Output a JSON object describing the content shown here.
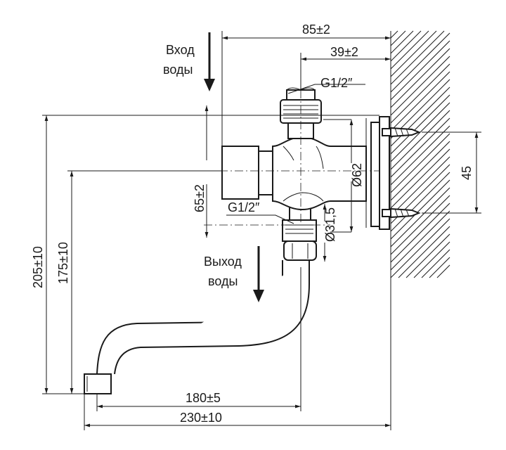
{
  "labels": {
    "water_in": [
      "Вход",
      "воды"
    ],
    "water_out": [
      "Выход",
      "воды"
    ],
    "thread_top": "G1/2″",
    "thread_bottom": "G1/2″"
  },
  "dimensions": {
    "top_width": "85±2",
    "wall_offset": "39±2",
    "inlet_to_outlet": "65±2",
    "body_diameter": "Ø62",
    "outlet_diameter": "Ø31,5",
    "mount_spacing": "45",
    "total_height": "205±10",
    "spout_height": "175±10",
    "spout_reach": "180±5",
    "total_reach": "230±10"
  },
  "colors": {
    "line": "#1a1a1a",
    "background": "#ffffff"
  }
}
